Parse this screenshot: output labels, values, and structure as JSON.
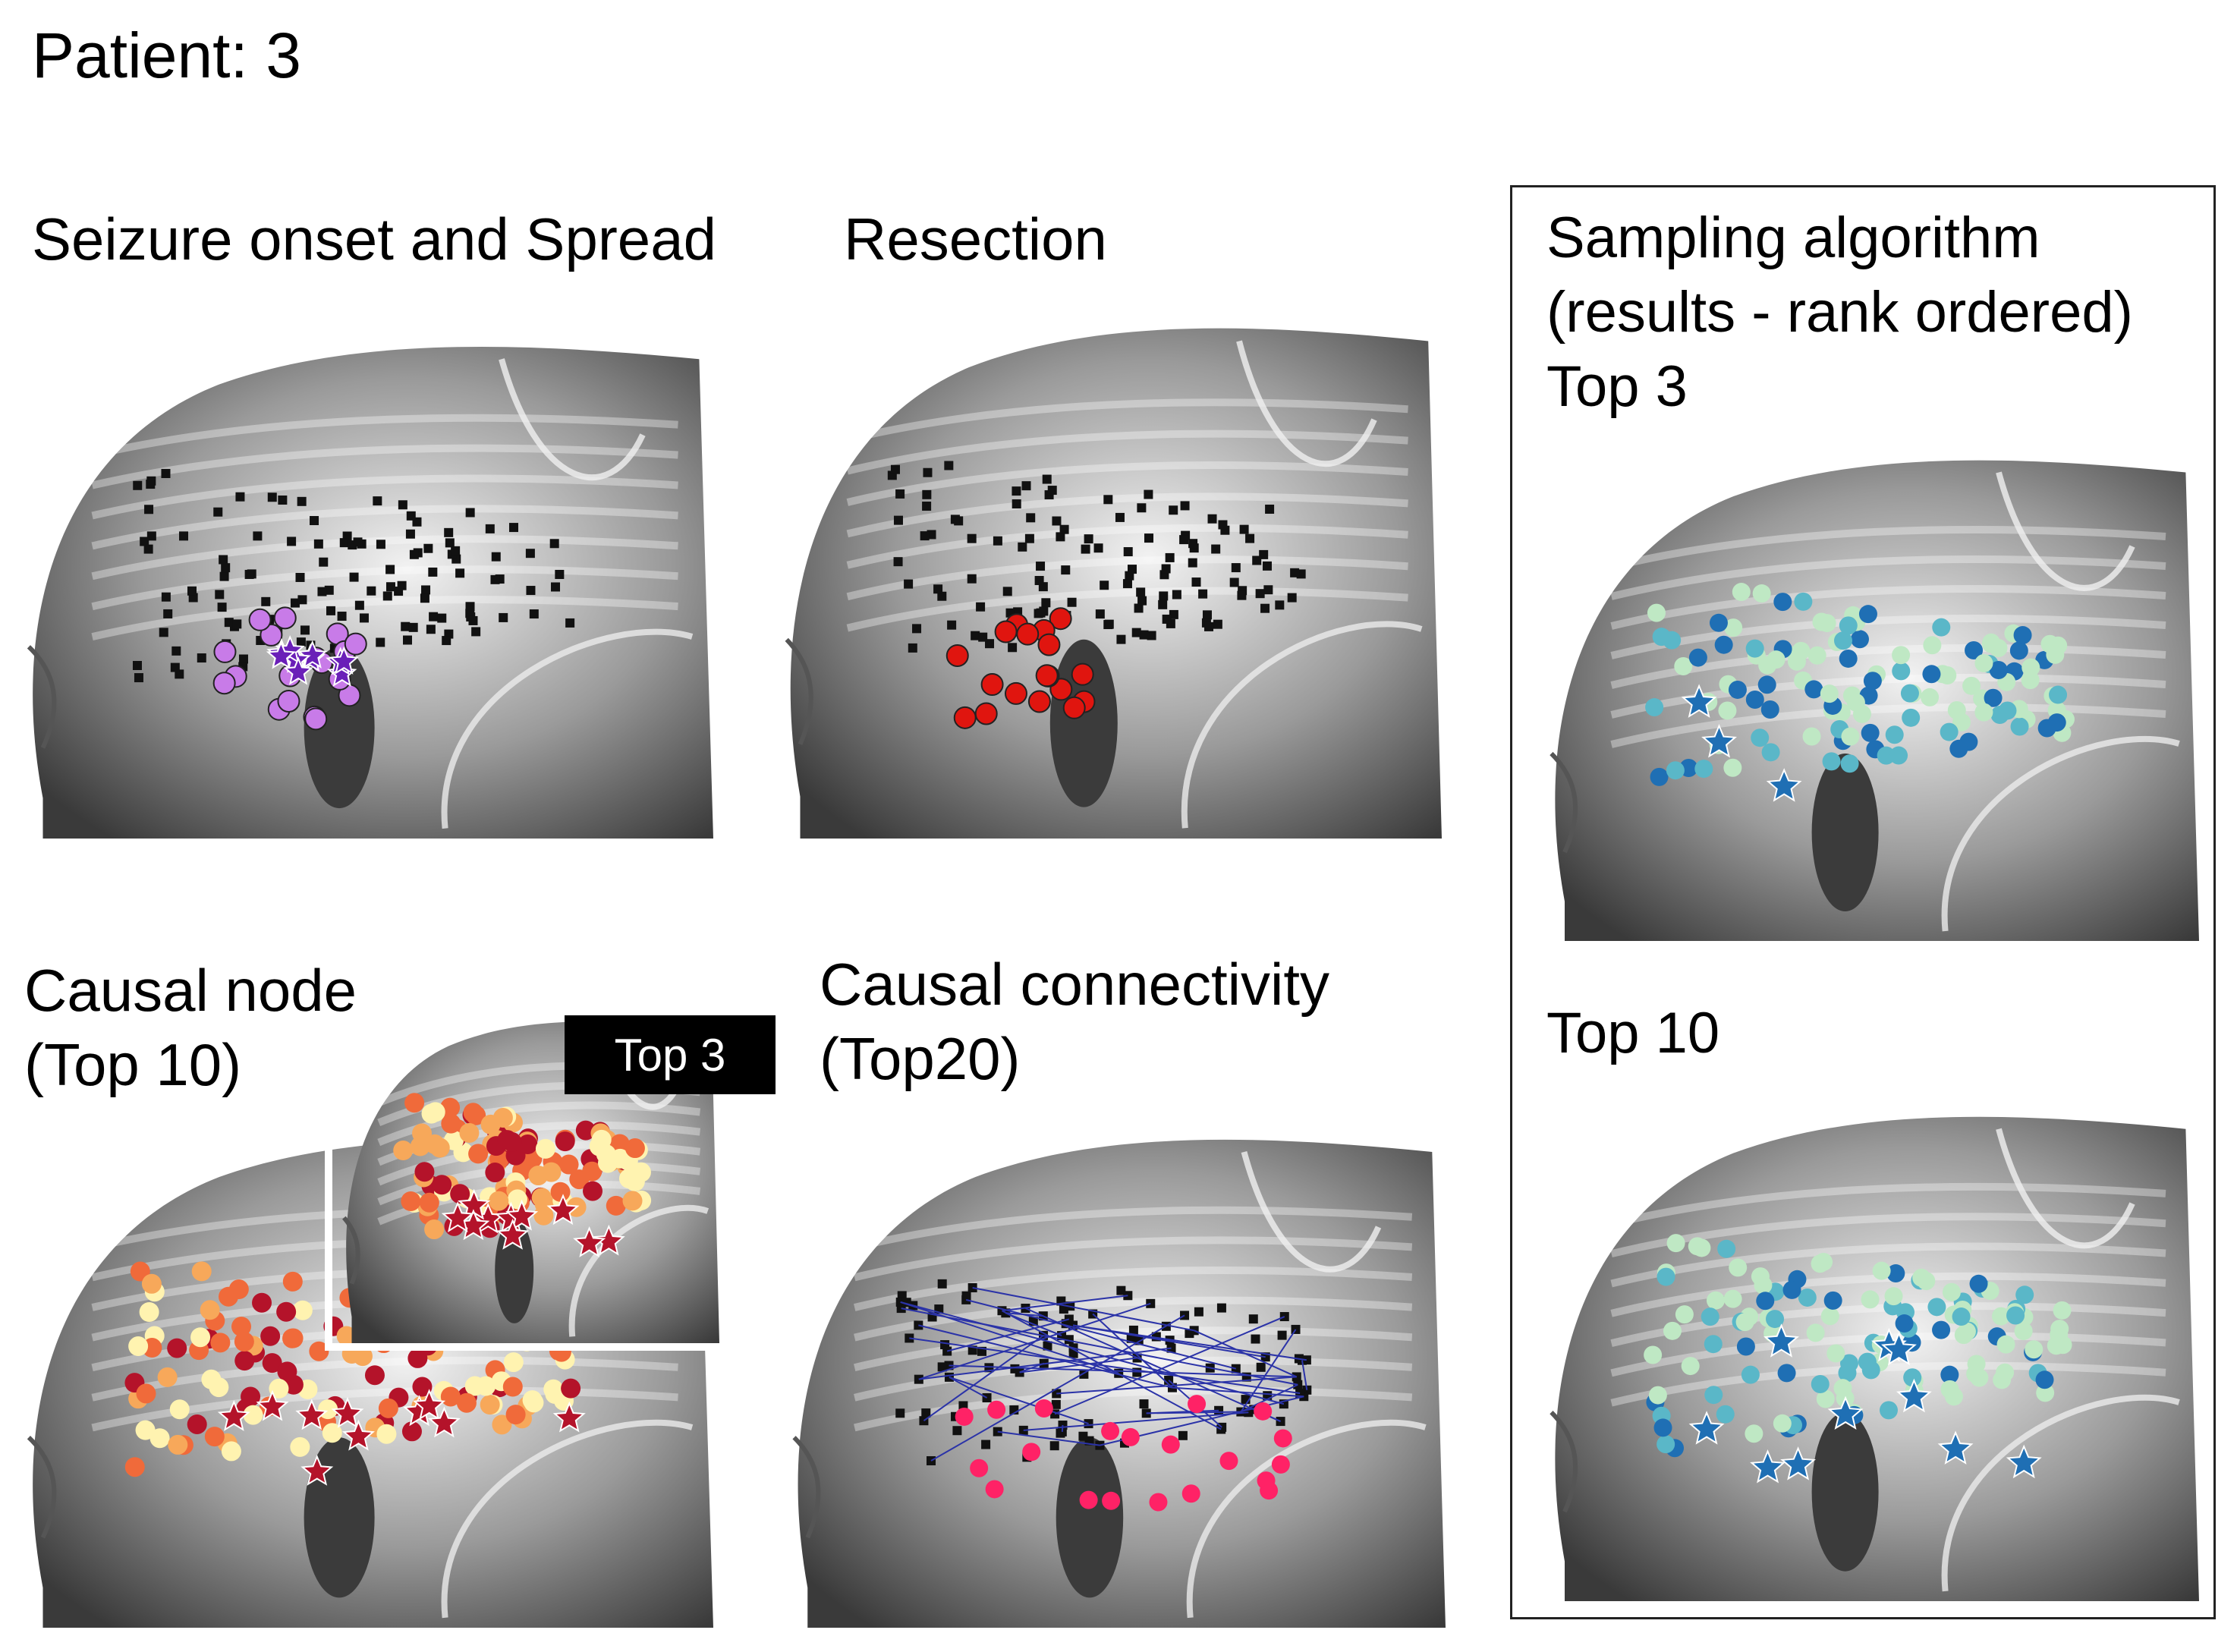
{
  "page": {
    "title": "Patient: 3"
  },
  "labels": {
    "seizure": "Seizure onset and Spread",
    "resection": "Resection",
    "sampling_line1": "Sampling algorithm",
    "sampling_line2": "(results - rank ordered)",
    "sampling_top3": "Top 3",
    "sampling_top10": "Top 10",
    "causal_node_line1": "Causal node",
    "causal_node_line2": "(Top 10)",
    "causal_conn_line1": "Causal connectivity",
    "causal_conn_line2": "(Top20)",
    "inset_badge": "Top 3"
  },
  "colors": {
    "seizure_onset": "#6a1fb8",
    "seizure_spread": "#c87be8",
    "resection": "#e0150f",
    "electrode": "#111111",
    "causal_high": "#b4132a",
    "causal_mid": "#f7a85a",
    "causal_low": "#fff3b0",
    "connectivity_edge": "#2b33a8",
    "connectivity_node": "#ff2266",
    "sampling_low": "#bfe8c4",
    "sampling_mid": "#5ab7c8",
    "sampling_high": "#1f6fb4"
  },
  "panels": [
    {
      "id": "seizure",
      "image": "brain-ct-seizure-onset"
    },
    {
      "id": "resection",
      "image": "brain-ct-resection"
    },
    {
      "id": "causal_node",
      "image": "brain-ct-causal-node"
    },
    {
      "id": "causal_node_inset",
      "image": "brain-ct-causal-node-top3"
    },
    {
      "id": "causal_conn",
      "image": "brain-ct-causal-connectivity"
    },
    {
      "id": "sampling_top3",
      "image": "brain-ct-sampling-top3"
    },
    {
      "id": "sampling_top10",
      "image": "brain-ct-sampling-top10"
    }
  ]
}
